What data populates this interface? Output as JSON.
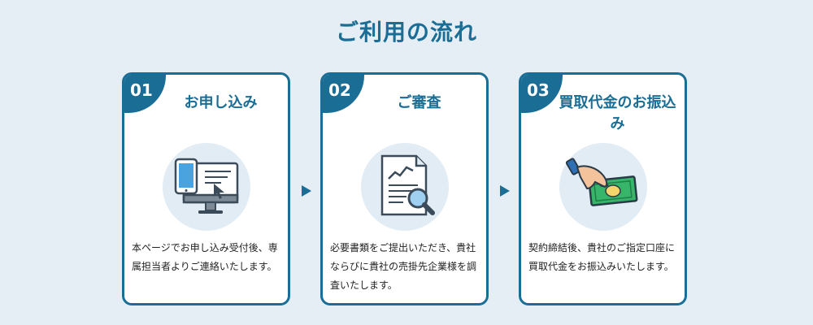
{
  "page": {
    "title": "ご利用の流れ"
  },
  "colors": {
    "accent": "#1a6d94",
    "background": "#e6eef5",
    "card": "#ffffff"
  },
  "steps": [
    {
      "number": "01",
      "title": "お申し込み",
      "icon": "monitor-tablet-icon",
      "description": "本ページでお申し込み受付後、専属担当者よりご連絡いたします。"
    },
    {
      "number": "02",
      "title": "ご審査",
      "icon": "document-search-icon",
      "description": "必要書類をご提出いただき、貴社ならびに貴社の売掛先企業様を調査いたします。"
    },
    {
      "number": "03",
      "title": "買取代金のお振込み",
      "icon": "hand-money-icon",
      "description": "契約締結後、貴社のご指定口座に買取代金をお振込みいたします。"
    }
  ]
}
